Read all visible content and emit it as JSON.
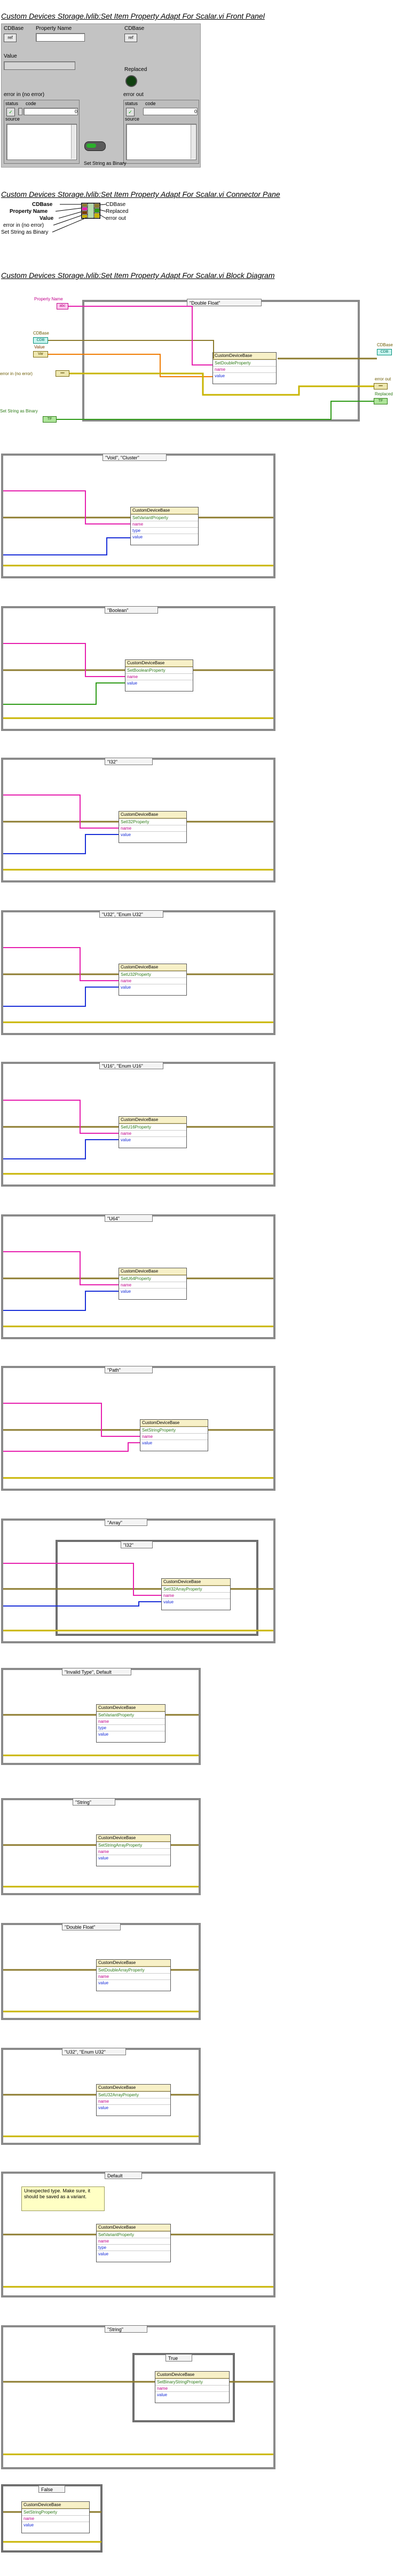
{
  "titles": {
    "front_panel": "Custom Devices Storage.lvlib:Set Item Property Adapt For Scalar.vi Front Panel",
    "connector_pane": "Custom Devices Storage.lvlib:Set Item Property Adapt For Scalar.vi Connector Pane",
    "block_diagram": "Custom Devices Storage.lvlib:Set Item Property Adapt For Scalar.vi Block Diagram"
  },
  "front_panel": {
    "cdbase_in_label": "CDBase",
    "refnum_text": "ref",
    "property_name_label": "Property Name",
    "value_label": "Value",
    "cdbase_out_label": "CDBase",
    "replaced_label": "Replaced",
    "error_in_label": "error in (no error)",
    "error_out_label": "error out",
    "status_label": "status",
    "code_label": "code",
    "code_value": "0",
    "source_label": "source",
    "set_string_label": "Set String as Binary"
  },
  "connector_pane": {
    "left": [
      "CDBase",
      "Property Name",
      "Value",
      "error in (no error)",
      "Set String as Binary"
    ],
    "right": [
      "CDBase",
      "Replaced",
      "error out"
    ]
  },
  "block_diagram": {
    "terminals": {
      "property_name": "Property Name",
      "cdbase": "CDBase",
      "value": "Value",
      "error_in": "error in (no error)",
      "set_string": "Set String as Binary",
      "cdbase_out": "CDBase",
      "error_out": "error out",
      "replaced": "Replaced"
    },
    "node_class": "CustomDeviceBase",
    "pin_name": "name",
    "pin_value": "value",
    "pin_type": "type",
    "cases": [
      {
        "selector": "\"Double Float\"",
        "method": "SetDoubleProperty"
      },
      {
        "selector": "\"Void\", \"Cluster\"",
        "method": "SetVariantProperty"
      },
      {
        "selector": "\"Boolean\"",
        "method": "SetBooleanProperty"
      },
      {
        "selector": "\"I32\"",
        "method": "SetI32Property"
      },
      {
        "selector": "\"U32\", \"Enum U32\"",
        "method": "SetU32Property"
      },
      {
        "selector": "\"U16\", \"Enum U16\"",
        "method": "SetU16Property"
      },
      {
        "selector": "\"U64\"",
        "method": "SetU64Property"
      },
      {
        "selector": "\"Path\"",
        "method": "SetStringProperty"
      },
      {
        "selector": "\"Array\"",
        "inner_selector": "\"I32\"",
        "method": "SetI32ArrayProperty"
      },
      {
        "selector": "\"Invalid Type\", Default",
        "method": "SetVariantProperty"
      },
      {
        "selector": "\"String\"",
        "method": "SetStringArrayProperty"
      },
      {
        "selector": "\"Double Float\"",
        "method": "SetDoubleArrayProperty"
      },
      {
        "selector": "\"U32\", \"Enum U32\"",
        "method": "SetU32ArrayProperty"
      },
      {
        "selector": "Default",
        "method": "SetVariantProperty",
        "note": "Unexpected type.  Make sure, it should be saved as a variant."
      },
      {
        "selector": "\"String\"",
        "inner_selector": "True",
        "method": "SetBinaryStringProperty"
      },
      {
        "selector": "False",
        "method": "SetStringProperty"
      }
    ]
  },
  "colors": {
    "class_wire": "#8c7b2e",
    "string_wire": "#e61fae",
    "numeric_wire": "#f07a00",
    "integer_wire": "#1a2fd8",
    "boolean_wire": "#2d9a16",
    "error_wire": "#c8b400",
    "frame_gray": "#8a8a8a"
  }
}
